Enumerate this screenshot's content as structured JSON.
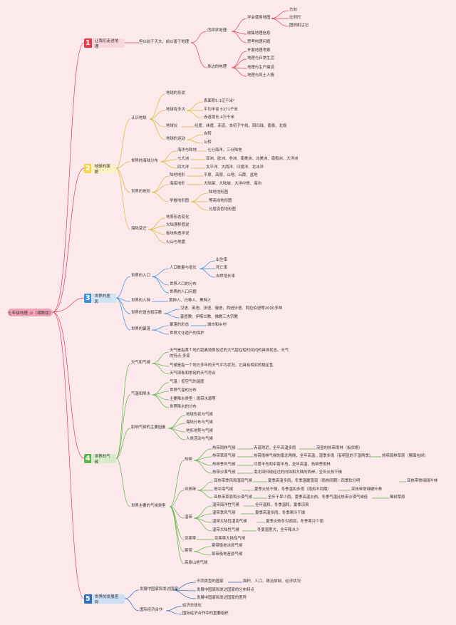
{
  "root": "七年级地理 上（湘教版）",
  "chapters": [
    {
      "num": "1",
      "title": "让我们走进地理",
      "color": "#e43b4b",
      "bg": "#f9d5dc"
    },
    {
      "num": "2",
      "title": "地球的面貌",
      "color": "#f5d547",
      "bg": "#f9efc0"
    },
    {
      "num": "3",
      "title": "世界的居民",
      "color": "#3a8fd6",
      "bg": "#cfe3f5"
    },
    {
      "num": "4",
      "title": "世界的气候",
      "color": "#5fb34a",
      "bg": "#d5ecc6"
    },
    {
      "num": "5",
      "title": "世界的发展差异",
      "color": "#2e6bb8",
      "bg": "#cddff4"
    }
  ],
  "c1": {
    "a": "但以前于天文，前以善于地理",
    "b1": "怎样学地理",
    "b2": "身边的地理",
    "c1": "学会使用地图",
    "c2": "收集地理信息",
    "c3": "思考地理问题",
    "d1": "方向",
    "d2": "比例尺",
    "d3": "图例和注记",
    "e1": "开展地理考察",
    "e2": "地理与日常生活",
    "e3": "地理与生产建设",
    "e4": "地理与风土人情"
  },
  "c2": {
    "r1": "认识地球",
    "r2": "世界的海陆分布",
    "r3": "世界的地形",
    "r4": "海陆变迁",
    "a1": "地球的形状",
    "a2": "地球有多大",
    "a3": "地球仪",
    "a4": "地球的运动",
    "b1": "表面积5.1亿千米²",
    "b2": "平均半径 6371千米",
    "b3": "赤道周长 4万千米",
    "b4": "经度、纬度、赤道、本初子午线、回归线、南极、北极",
    "b5": "自转",
    "b6": "公转",
    "h1": "海洋与陆地",
    "h2": "七大洲",
    "h3": "四大洋",
    "h4": "七分海洋，三分陆地",
    "h5": "亚洲、欧洲、非洲、南美洲、北美洲、南极洲、大洋洲",
    "h6": "太平洋、大西洋、印度洋、北冰洋",
    "t1": "陆地地形",
    "t2": "海底地形",
    "t3": "学看地形图",
    "t4": "平原、高原、山地、丘陵、盆地",
    "t5": "大陆架、大陆坡、大洋中脊、海沟",
    "t6": "陆地地形图",
    "t7": "等高线地形图",
    "t8": "分层设色地形图",
    "s1": "地表形态变化",
    "s2": "大陆漂移假说",
    "s3": "板块构造学说",
    "s4": "火山与地震"
  },
  "c3": {
    "r1": "世界的人口",
    "r2": "世界的人种",
    "r3": "世界的语言和宗教",
    "r4": "世界的聚落",
    "a1": "人口数量与增长",
    "a2": "世界人口的分布",
    "a3": "世界的人口问题",
    "a4": "出生率",
    "a5": "死亡率",
    "a6": "自然增长率",
    "b1": "黄种人、白种人、黑种人",
    "c1": "汉语、英语、法语、俄语、西班牙语、阿拉伯语等2000多种",
    "c2": "基督教、伊斯兰教、佛教三大宗教",
    "d1": "聚落的形态",
    "d2": "城市和乡村",
    "d3": "世界文化遗产的保护"
  },
  "c4": {
    "r1": "天气和气候",
    "r2": "气温和降水",
    "r3": "影响气候的主要因素",
    "r4": "世界主要的气候类型",
    "a1": "天气是指某个地方距离地表较近的大气层在短时间内的具体状态。天气",
    "a1b": "的特点:多变",
    "a2": "气候是指一个地方多年的天气平均状况，它具有相对的稳定性",
    "a3": "天气现象和常用的天气符合",
    "b1": "气温｜低空气的温度",
    "b2": "世界气温的分布",
    "b3": "主要降水类型｜雨带水源等",
    "b4": "世界降水的分布",
    "f1": "地球形状与气候",
    "f2": "海陆分布与气候",
    "f3": "地形地势与气候",
    "f4": "人类活动与气候",
    "z1": "热带",
    "z2": "亚热带",
    "z3": "温带",
    "z4": "亚寒带",
    "z5": "寒带",
    "z6": "高原山地气候",
    "t1": "热带雨林气候",
    "t1a": "赤道附近，全年高温多雨",
    "t1b": "茂密的热带雨林（板状根）",
    "t2": "热带草原气候",
    "t2a": "热带雨林气候的南北两侧，全年高温，湿季多雨（有明显的干湿两季）",
    "t2b": "热带疏林草原（猴面包树）",
    "t3": "热带季风气候",
    "t3a": "印度半岛和中南半岛，全年高温，热带季雨林",
    "t4": "热带沙漠气候",
    "t4a": "南北回归线经过的内陆和大陆的西岸，全年炎热干燥",
    "s1": "亚热带季风和湿润气候",
    "s1a": "夏季高温多雨，冬季温暖湿润（雨热同期）四季较分明",
    "s1b": "亚热带常绿阔叶林",
    "s2": "地中海气候",
    "s2a": "夏季炎热干燥，冬季温和多雨（雨热不同期）",
    "s2b": "亚热带常绿硬叶林",
    "s3": "亚热带草原和沙漠气候",
    "s3a": "全年干旱少雨，夏季高温炎热，冬季气温比热带沙漠气候低",
    "s3b": "稀树草原",
    "w1": "温带海洋性气候",
    "w1a": "全年温和，冬季温和，夏季凉爽",
    "w2": "温带季风气候",
    "w2a": "夏季高温多雨，冬季寒冷干燥",
    "w3": "温带大陆性湿润气候",
    "w3a": "夏季炎热冬对调润，冬季寒冷少雨",
    "w4": "温带大陆性气候",
    "w4a": "冬夏温差大，全年降水少",
    "y1": "亚寒带大陆性气候",
    "h1": "寒带极地冰原气候",
    "h2": "寒带极地苔原气候"
  },
  "c5": {
    "r1": "发展中国家和发达国家",
    "r2": "国际经济合作",
    "a1": "不同类型的国家",
    "a2": "发展中国家和发达国家的分布特点",
    "a3": "发展中国家和发达国家的差异",
    "a4": "面积、人口、政治体制、经济状况",
    "b1": "经济全球化",
    "b2": "国际经济合作中的重要组织"
  }
}
